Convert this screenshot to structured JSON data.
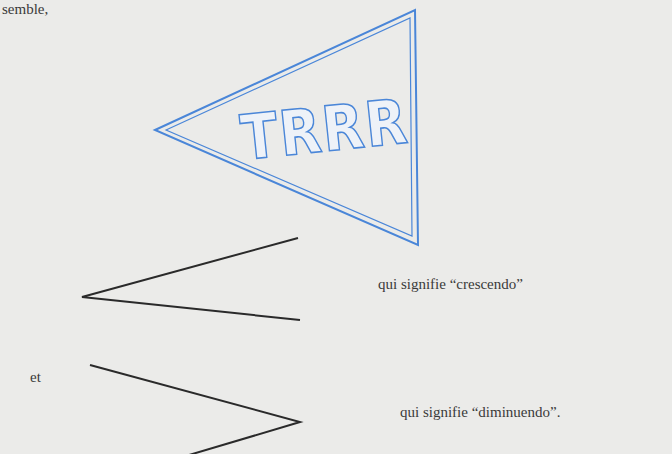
{
  "diagram": {
    "labels": [
      "semble,",
      "TRRR",
      "qui signifie “crescendo”",
      "et",
      "qui signifie “diminuendo”."
    ]
  }
}
